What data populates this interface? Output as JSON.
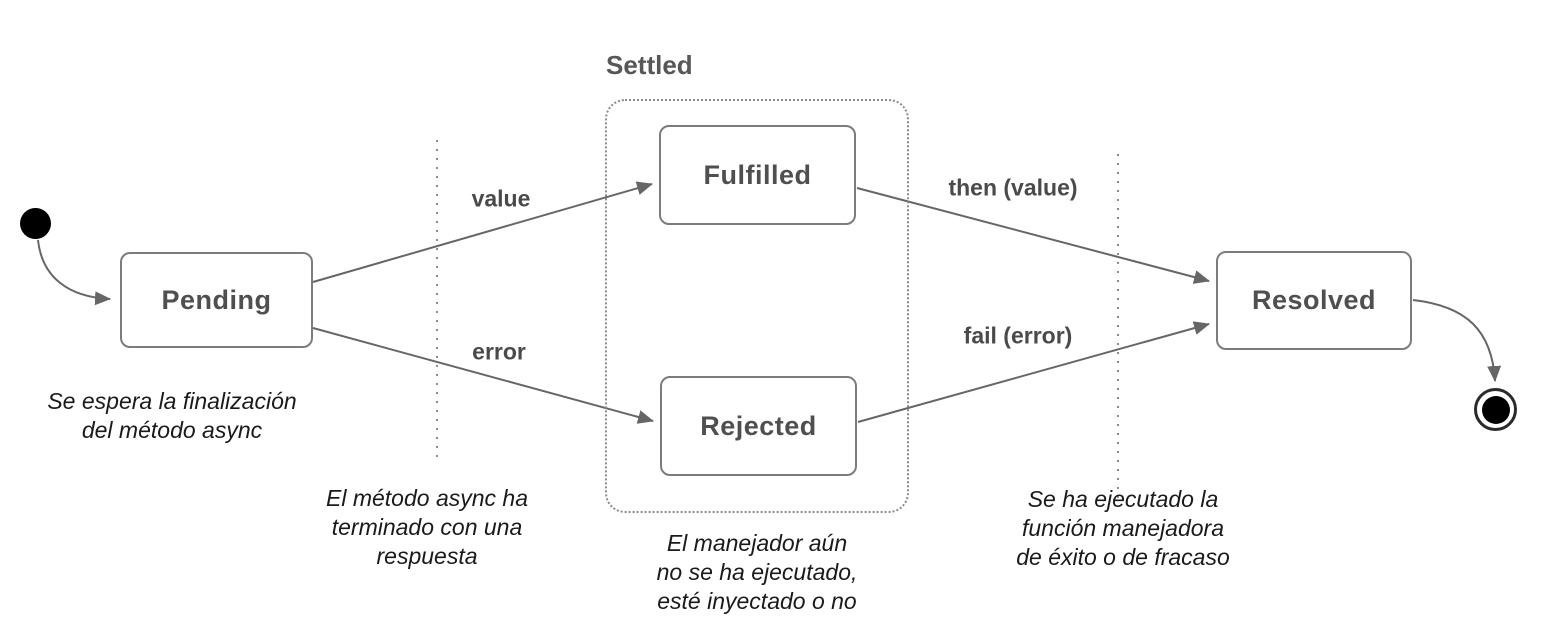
{
  "diagram_title": "promise-state-diagram",
  "states": {
    "pending": {
      "label": "Pending"
    },
    "fulfilled": {
      "label": "Fulfilled"
    },
    "rejected": {
      "label": "Rejected"
    },
    "resolved": {
      "label": "Resolved"
    }
  },
  "group": {
    "label": "Settled"
  },
  "transitions": {
    "value": {
      "label": "value"
    },
    "error": {
      "label": "error"
    },
    "then": {
      "label": "then (value)"
    },
    "fail": {
      "label": "fail (error)"
    }
  },
  "notes": {
    "pending": {
      "lines": [
        "Se espera la finalización",
        "del método async"
      ]
    },
    "async": {
      "lines": [
        "El método async ha",
        "terminado con una",
        "respuesta"
      ]
    },
    "handler": {
      "lines": [
        "El manejador aún",
        "no se ha ejecutado,",
        "esté inyectado o no"
      ]
    },
    "executed": {
      "lines": [
        "Se ha ejecutado la",
        "función manejadora",
        "de éxito o de fracaso"
      ]
    }
  },
  "colors": {
    "box_border": "#7c7c7c",
    "state_text": "#4f4f52",
    "arrow": "#666666",
    "dotted_guide": "#8a8a8a",
    "note_text": "#1a1a1a",
    "terminal": "#000000",
    "background": "#ffffff"
  }
}
